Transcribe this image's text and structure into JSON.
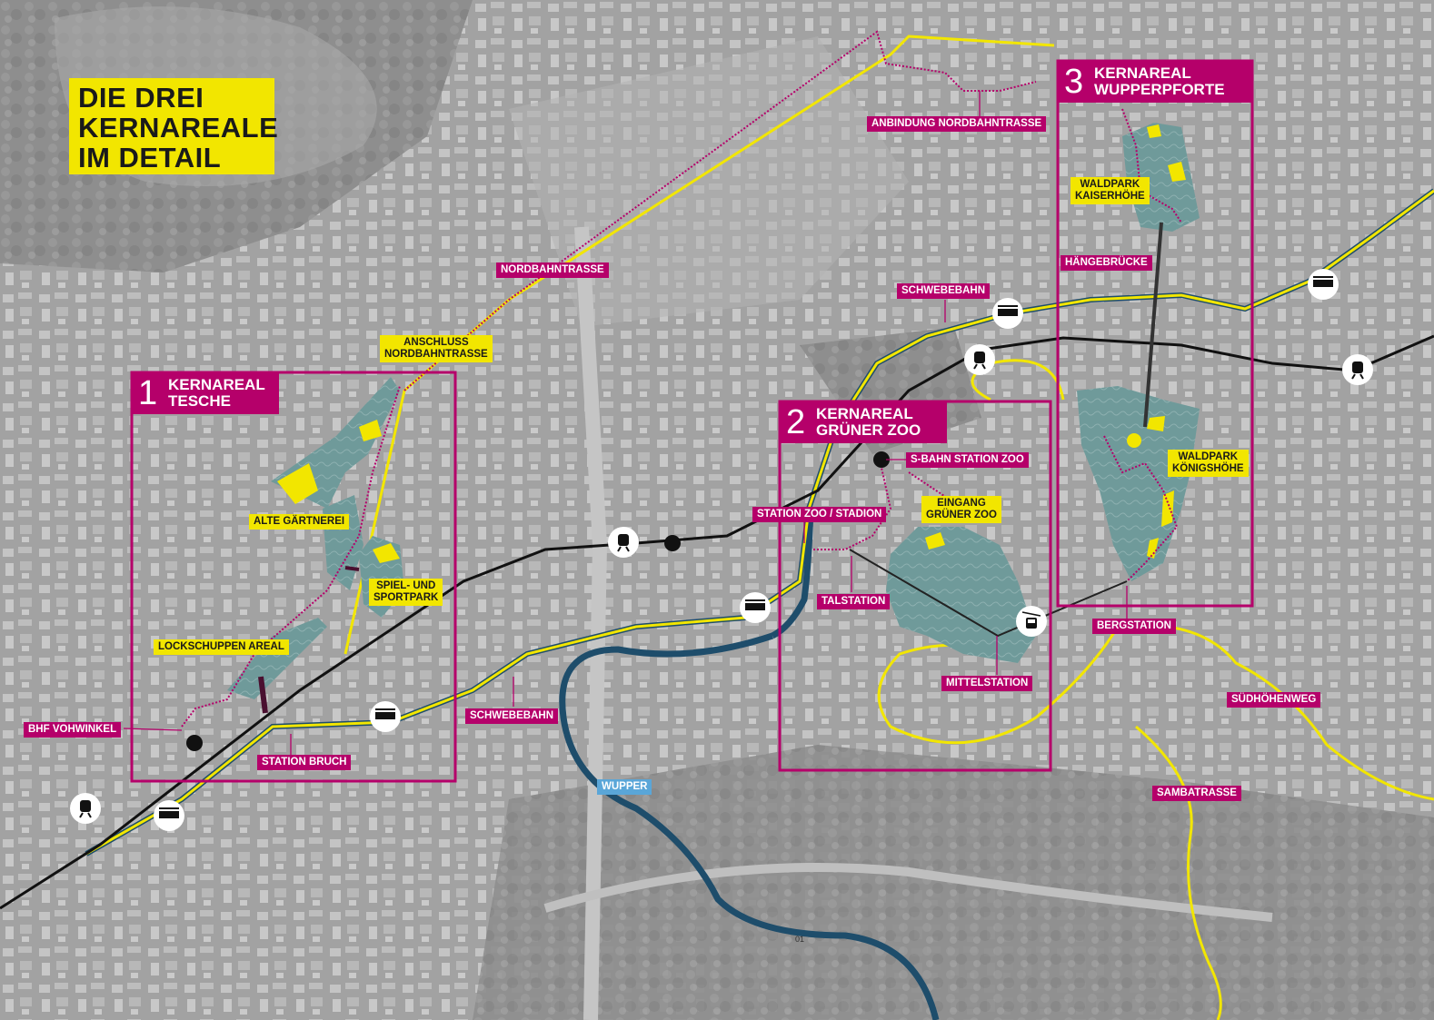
{
  "title": {
    "line1": "DIE DREI",
    "line2": "KERNAREALE",
    "line3": "IM DETAIL"
  },
  "areas": [
    {
      "number": "1",
      "line1": "KERNAREAL",
      "line2": "TESCHE"
    },
    {
      "number": "2",
      "line1": "KERNAREAL",
      "line2": "GRÜNER ZOO"
    },
    {
      "number": "3",
      "line1": "KERNAREAL",
      "line2": "WUPPERPFORTE"
    }
  ],
  "labels": {
    "nordbahntrasse": "NORDBAHNTRASSE",
    "anbindung_nordbahntrasse": "ANBINDUNG NORDBAHNTRASSE",
    "schwebebahn_top": "SCHWEBEBAHN",
    "schwebebahn_bottom": "SCHWEBEBAHN",
    "haengebruecke": "HÄNGEBRÜCKE",
    "s_bahn_station_zoo": "S-BAHN STATION ZOO",
    "station_zoo_stadion": "STATION ZOO / STADION",
    "talstation": "TALSTATION",
    "mittelstation": "MITTELSTATION",
    "bergstation": "BERGSTATION",
    "suedhoehenweg": "SÜDHÖHENWEG",
    "sambatrasse": "SAMBATRASSE",
    "bhf_vohwinkel": "BHF VOHWINKEL",
    "station_bruch": "STATION BRUCH",
    "wupper": "WUPPER"
  },
  "places": {
    "anschluss_nordbahntrasse": {
      "line1": "ANSCHLUSS",
      "line2": "NORDBAHNTRASSE"
    },
    "alte_gaertnerei": "ALTE GÄRTNEREI",
    "spiel_und_sportpark": {
      "line1": "SPIEL- UND",
      "line2": "SPORTPARK"
    },
    "lockschuppen_areal": "LOCKSCHUPPEN AREAL",
    "eingang_gruener_zoo": {
      "line1": "EINGANG",
      "line2": "GRÜNER ZOO"
    },
    "waldpark_kaiserhoehe": {
      "line1": "WALDPARK",
      "line2": "KAISERHÖHE"
    },
    "waldpark_koenigshoehe": {
      "line1": "WALDPARK",
      "line2": "KÖNIGSHÖHE"
    }
  },
  "page_number": "01",
  "icons": [
    "train-icon",
    "schwebebahn-icon",
    "cable-car-icon"
  ],
  "colors": {
    "magenta": "#b5006a",
    "yellow": "#f2e600",
    "river": "#1e4d6b",
    "park": "#6f9a9a",
    "rail": "#111111"
  }
}
